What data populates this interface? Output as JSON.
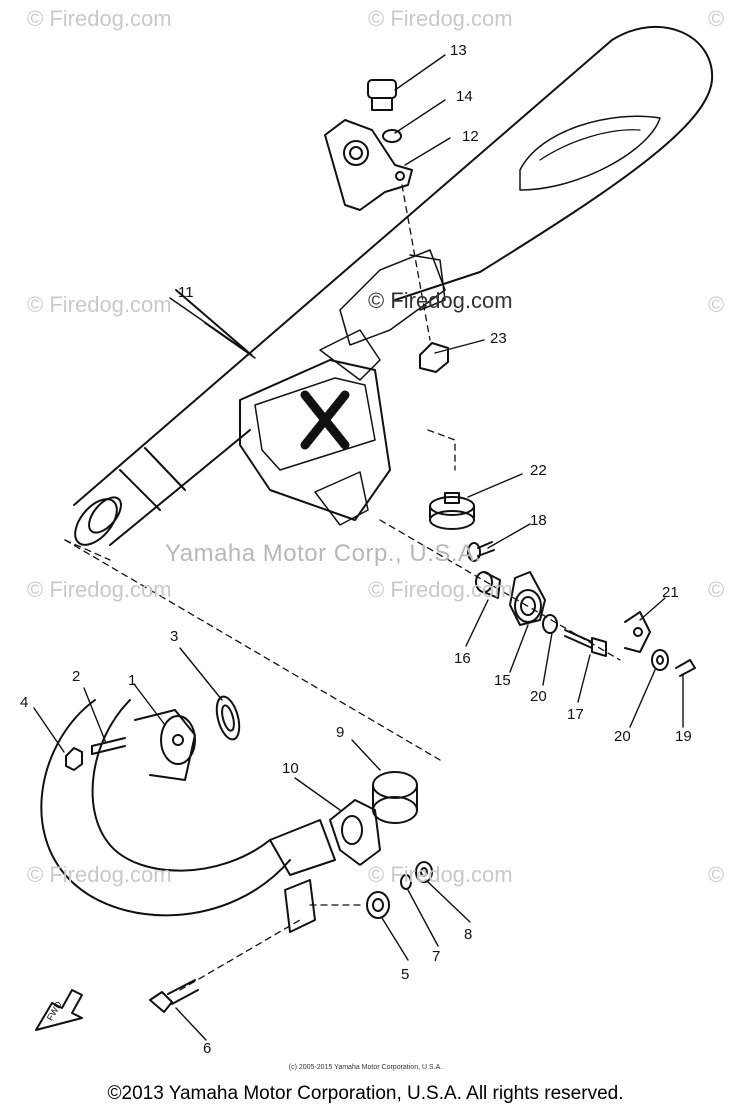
{
  "watermarks": {
    "brand": "© Firedog.com",
    "icon": "©",
    "center_text": "Yamaha Motor Corp., U.S.A."
  },
  "callouts": [
    "1",
    "2",
    "3",
    "4",
    "5",
    "6",
    "7",
    "8",
    "9",
    "10",
    "11",
    "12",
    "13",
    "14",
    "15",
    "16",
    "17",
    "18",
    "19",
    "20",
    "20",
    "21",
    "22",
    "23"
  ],
  "fwd_label": "FWD",
  "fine_print": "(c) 2005-2015 Yamaha Motor Corporation, U.S.A.",
  "copyright": "©2013 Yamaha Motor Corporation, U.S.A. All rights reserved.",
  "colors": {
    "line": "#111111",
    "watermark": "#c9c9c9"
  }
}
